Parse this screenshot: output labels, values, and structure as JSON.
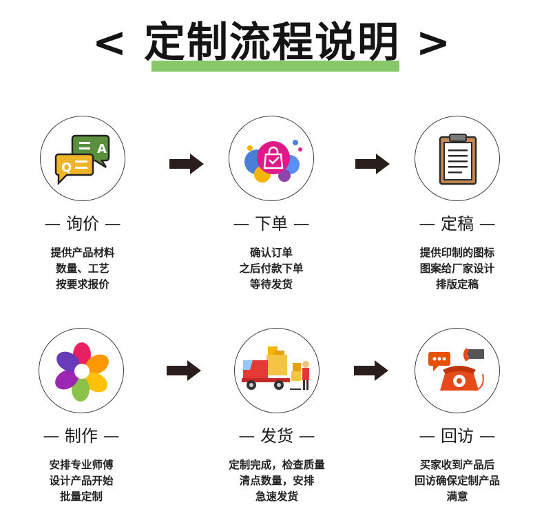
{
  "title": "< 定制流程说明 >",
  "steps": [
    {
      "label": "— 询价 —",
      "lines": [
        "提供产品材料",
        "数量、工艺",
        "按要求报价"
      ],
      "icon": "qa-chat-icon",
      "chat_left": "Q",
      "chat_right": "A"
    },
    {
      "label": "— 下单 —",
      "lines": [
        "确认订单",
        "之后付款下单",
        "等待发货"
      ],
      "icon": "shopping-bag-icon"
    },
    {
      "label": "— 定稿 —",
      "lines": [
        "提供印制的图标",
        "图案给厂家设计",
        "排版定稿"
      ],
      "icon": "clipboard-icon"
    },
    {
      "label": "— 制作 —",
      "lines": [
        "安排专业师傅",
        "设计产品开始",
        "批量定制"
      ],
      "icon": "colorful-flower-icon"
    },
    {
      "label": "— 发货 —",
      "lines": [
        "定制完成，检查质量",
        "清点数量，安排",
        "急速发货"
      ],
      "icon": "delivery-truck-icon"
    },
    {
      "label": "— 回访 —",
      "lines": [
        "买家收到产品后",
        "回访确保定制产品",
        "满意"
      ],
      "icon": "telephone-icon"
    }
  ],
  "colors": {
    "title_underline": "#86c86a",
    "arrow": "#2a1e1c"
  }
}
